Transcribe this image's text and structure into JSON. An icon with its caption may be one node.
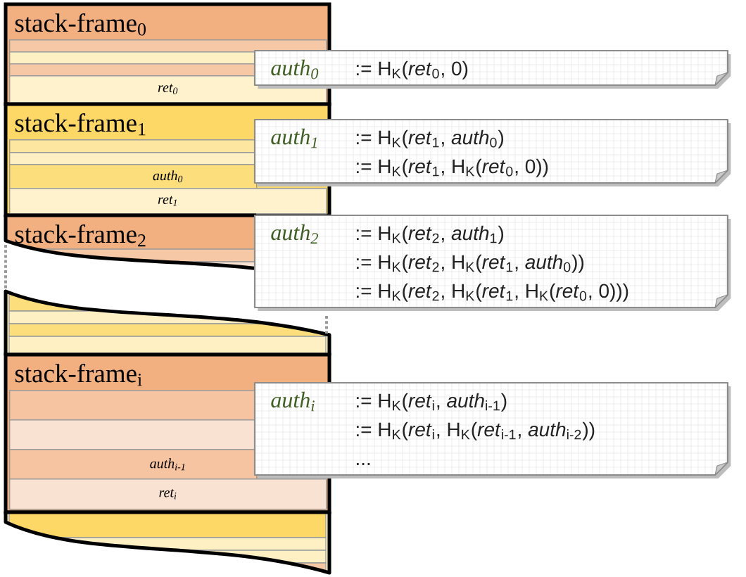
{
  "diagram": {
    "nodes": [
      {
        "text": [
          "stack-frame$_{0}$"
        ]
      },
      {
        "text": [],
        "shape": "box",
        "in": 0
      },
      {
        "text": [],
        "shape": "box",
        "in": 0
      },
      {
        "text": [],
        "shape": "box",
        "in": 0
      },
      {
        "text": [
          "ret$_{0}$"
        ],
        "in": 0
      },
      {
        "text": [
          "auth$_{0}$",
          ":= H$_{K}$(*ret*$_{0}$, 0)"
        ]
      },
      {
        "text": [
          "stack-frame$_{1}$"
        ]
      },
      {
        "text": [],
        "shape": "box",
        "in": 6
      },
      {
        "text": [],
        "shape": "box",
        "in": 6
      },
      {
        "text": [
          "auth$_{0}$"
        ],
        "in": 6
      },
      {
        "text": [
          "ret$_{1}$"
        ],
        "in": 6
      },
      {
        "text": [
          "auth$_{1}$",
          ":= H$_{K}$(*ret*$_{1}$, *auth*$_{0}$)",
          ":= H$_{K}$(*ret*$_{1}$, H$_{K}$(*ret*$_{0}$, 0))"
        ]
      },
      {
        "text": [
          "stack-frame$_{2}$"
        ]
      },
      {
        "text": [
          "auth$_{2}$",
          ":= H$_{K}$(*ret*$_{2}$, *auth*$_{1}$)",
          ":= H$_{K}$(*ret*$_{2}$, H$_{K}$(*ret*$_{1}$, *auth*$_{0}$))",
          ":= H$_{K}$(*ret*$_{2}$, H$_{K}$(*ret*$_{1}$, H$_{K}$(*ret*$_{0}$, 0)))"
        ]
      },
      {
        "text": [],
        "shape": "band"
      },
      {
        "text": [
          "stack-frame$_{i}$"
        ]
      },
      {
        "text": [],
        "shape": "box",
        "in": 15
      },
      {
        "text": [],
        "shape": "box",
        "in": 15
      },
      {
        "text": [
          "auth$_{i-1}$"
        ],
        "in": 15
      },
      {
        "text": [
          "ret$_{i}$"
        ],
        "in": 15
      },
      {
        "text": [
          "auth$_{i}$",
          ":= H$_{K}$(*ret*$_{i}$, *auth*$_{i-1}$)",
          ":= H$_{K}$(*ret*$_{i}$, H$_{K}$(*ret*$_{i-1}$, *auth*$_{i-2}$))",
          "..."
        ]
      },
      {
        "text": [],
        "shape": "band"
      }
    ]
  }
}
